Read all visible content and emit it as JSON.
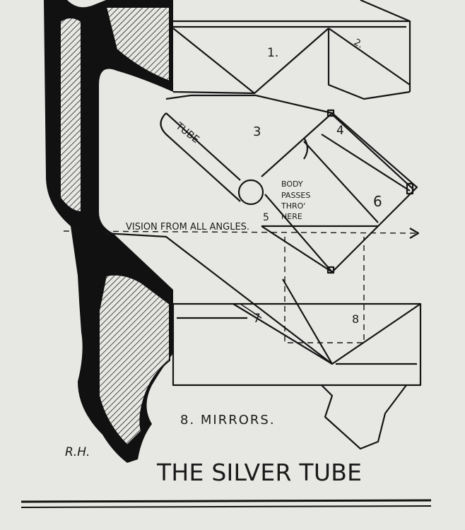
{
  "diagram": {
    "title": "THE SILVER TUBE",
    "signature": "R.H.",
    "caption": "8. MIRRORS.",
    "vision_label": "VISION FROM ALL ANGLES.",
    "tube_label": "TUBE",
    "body_label": [
      "BODY",
      "PASSES",
      "THRO'",
      "HERE"
    ],
    "mirror_numbers": [
      "1.",
      "2.",
      "3",
      "4",
      "5",
      "6",
      "7",
      "8"
    ]
  }
}
